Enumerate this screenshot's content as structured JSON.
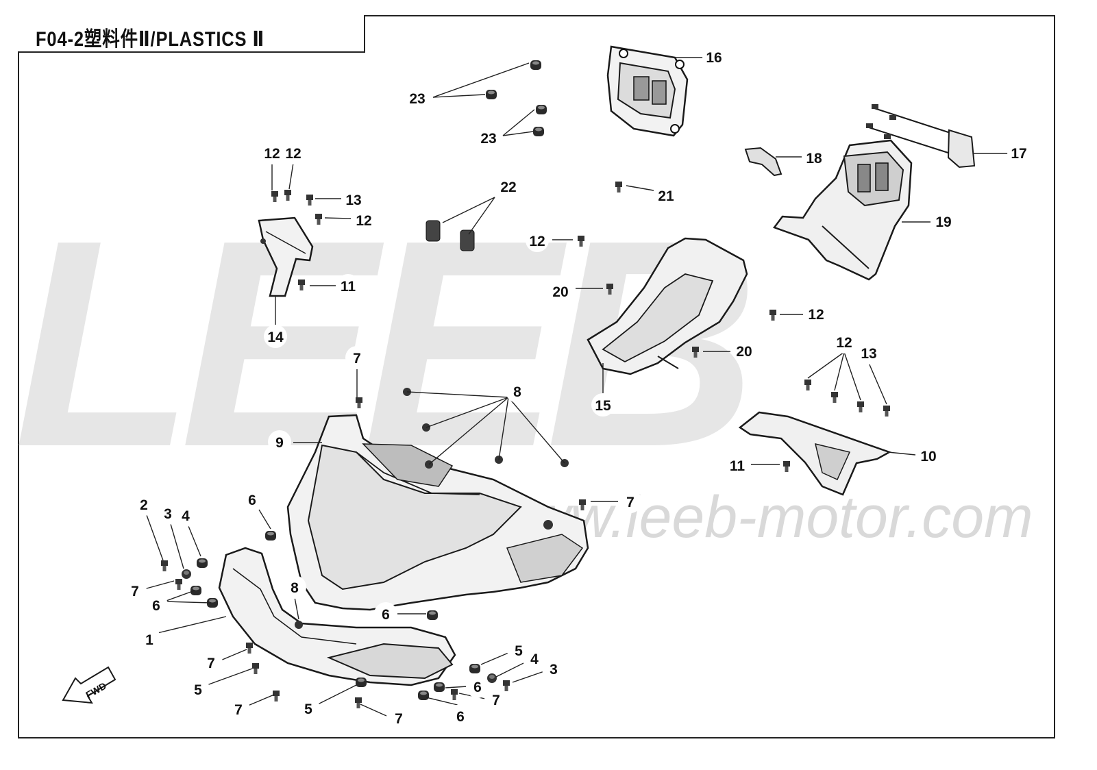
{
  "title": "F04-2塑料件Ⅱ/PLASTICS Ⅱ",
  "watermark": {
    "logo_text": "LEEB",
    "url": "www.leeb-motor.com"
  },
  "fwd_label": "FWD",
  "colors": {
    "line": "#222222",
    "part_fill": "#f3f3f3",
    "part_stroke": "#1a1a1a",
    "watermark": "#dedede"
  },
  "callouts": [
    {
      "id": "c-16",
      "label": "16"
    },
    {
      "id": "c-23a",
      "label": "23"
    },
    {
      "id": "c-23b",
      "label": "23"
    },
    {
      "id": "c-17",
      "label": "17"
    },
    {
      "id": "c-18",
      "label": "18"
    },
    {
      "id": "c-12a",
      "label": "12"
    },
    {
      "id": "c-12b",
      "label": "12"
    },
    {
      "id": "c-13a",
      "label": "13"
    },
    {
      "id": "c-12c",
      "label": "12"
    },
    {
      "id": "c-22",
      "label": "22"
    },
    {
      "id": "c-21",
      "label": "21"
    },
    {
      "id": "c-19",
      "label": "19"
    },
    {
      "id": "c-12d",
      "label": "12"
    },
    {
      "id": "c-11a",
      "label": "11"
    },
    {
      "id": "c-20a",
      "label": "20"
    },
    {
      "id": "c-12e",
      "label": "12"
    },
    {
      "id": "c-14",
      "label": "14"
    },
    {
      "id": "c-20b",
      "label": "20"
    },
    {
      "id": "c-12f",
      "label": "12"
    },
    {
      "id": "c-13b",
      "label": "13"
    },
    {
      "id": "c-7a",
      "label": "7"
    },
    {
      "id": "c-8a",
      "label": "8"
    },
    {
      "id": "c-15",
      "label": "15"
    },
    {
      "id": "c-9",
      "label": "9"
    },
    {
      "id": "c-10",
      "label": "10"
    },
    {
      "id": "c-11b",
      "label": "11"
    },
    {
      "id": "c-6a",
      "label": "6"
    },
    {
      "id": "c-7b",
      "label": "7"
    },
    {
      "id": "c-2",
      "label": "2"
    },
    {
      "id": "c-3a",
      "label": "3"
    },
    {
      "id": "c-4a",
      "label": "4"
    },
    {
      "id": "c-7c",
      "label": "7"
    },
    {
      "id": "c-6b",
      "label": "6"
    },
    {
      "id": "c-8b",
      "label": "8"
    },
    {
      "id": "c-6c",
      "label": "6"
    },
    {
      "id": "c-1",
      "label": "1"
    },
    {
      "id": "c-5a",
      "label": "5"
    },
    {
      "id": "c-4b",
      "label": "4"
    },
    {
      "id": "c-3b",
      "label": "3"
    },
    {
      "id": "c-7d",
      "label": "7"
    },
    {
      "id": "c-5b",
      "label": "5"
    },
    {
      "id": "c-6d",
      "label": "6"
    },
    {
      "id": "c-7e",
      "label": "7"
    },
    {
      "id": "c-7f",
      "label": "7"
    },
    {
      "id": "c-5c",
      "label": "5"
    },
    {
      "id": "c-7g",
      "label": "7"
    },
    {
      "id": "c-6e",
      "label": "6"
    }
  ]
}
